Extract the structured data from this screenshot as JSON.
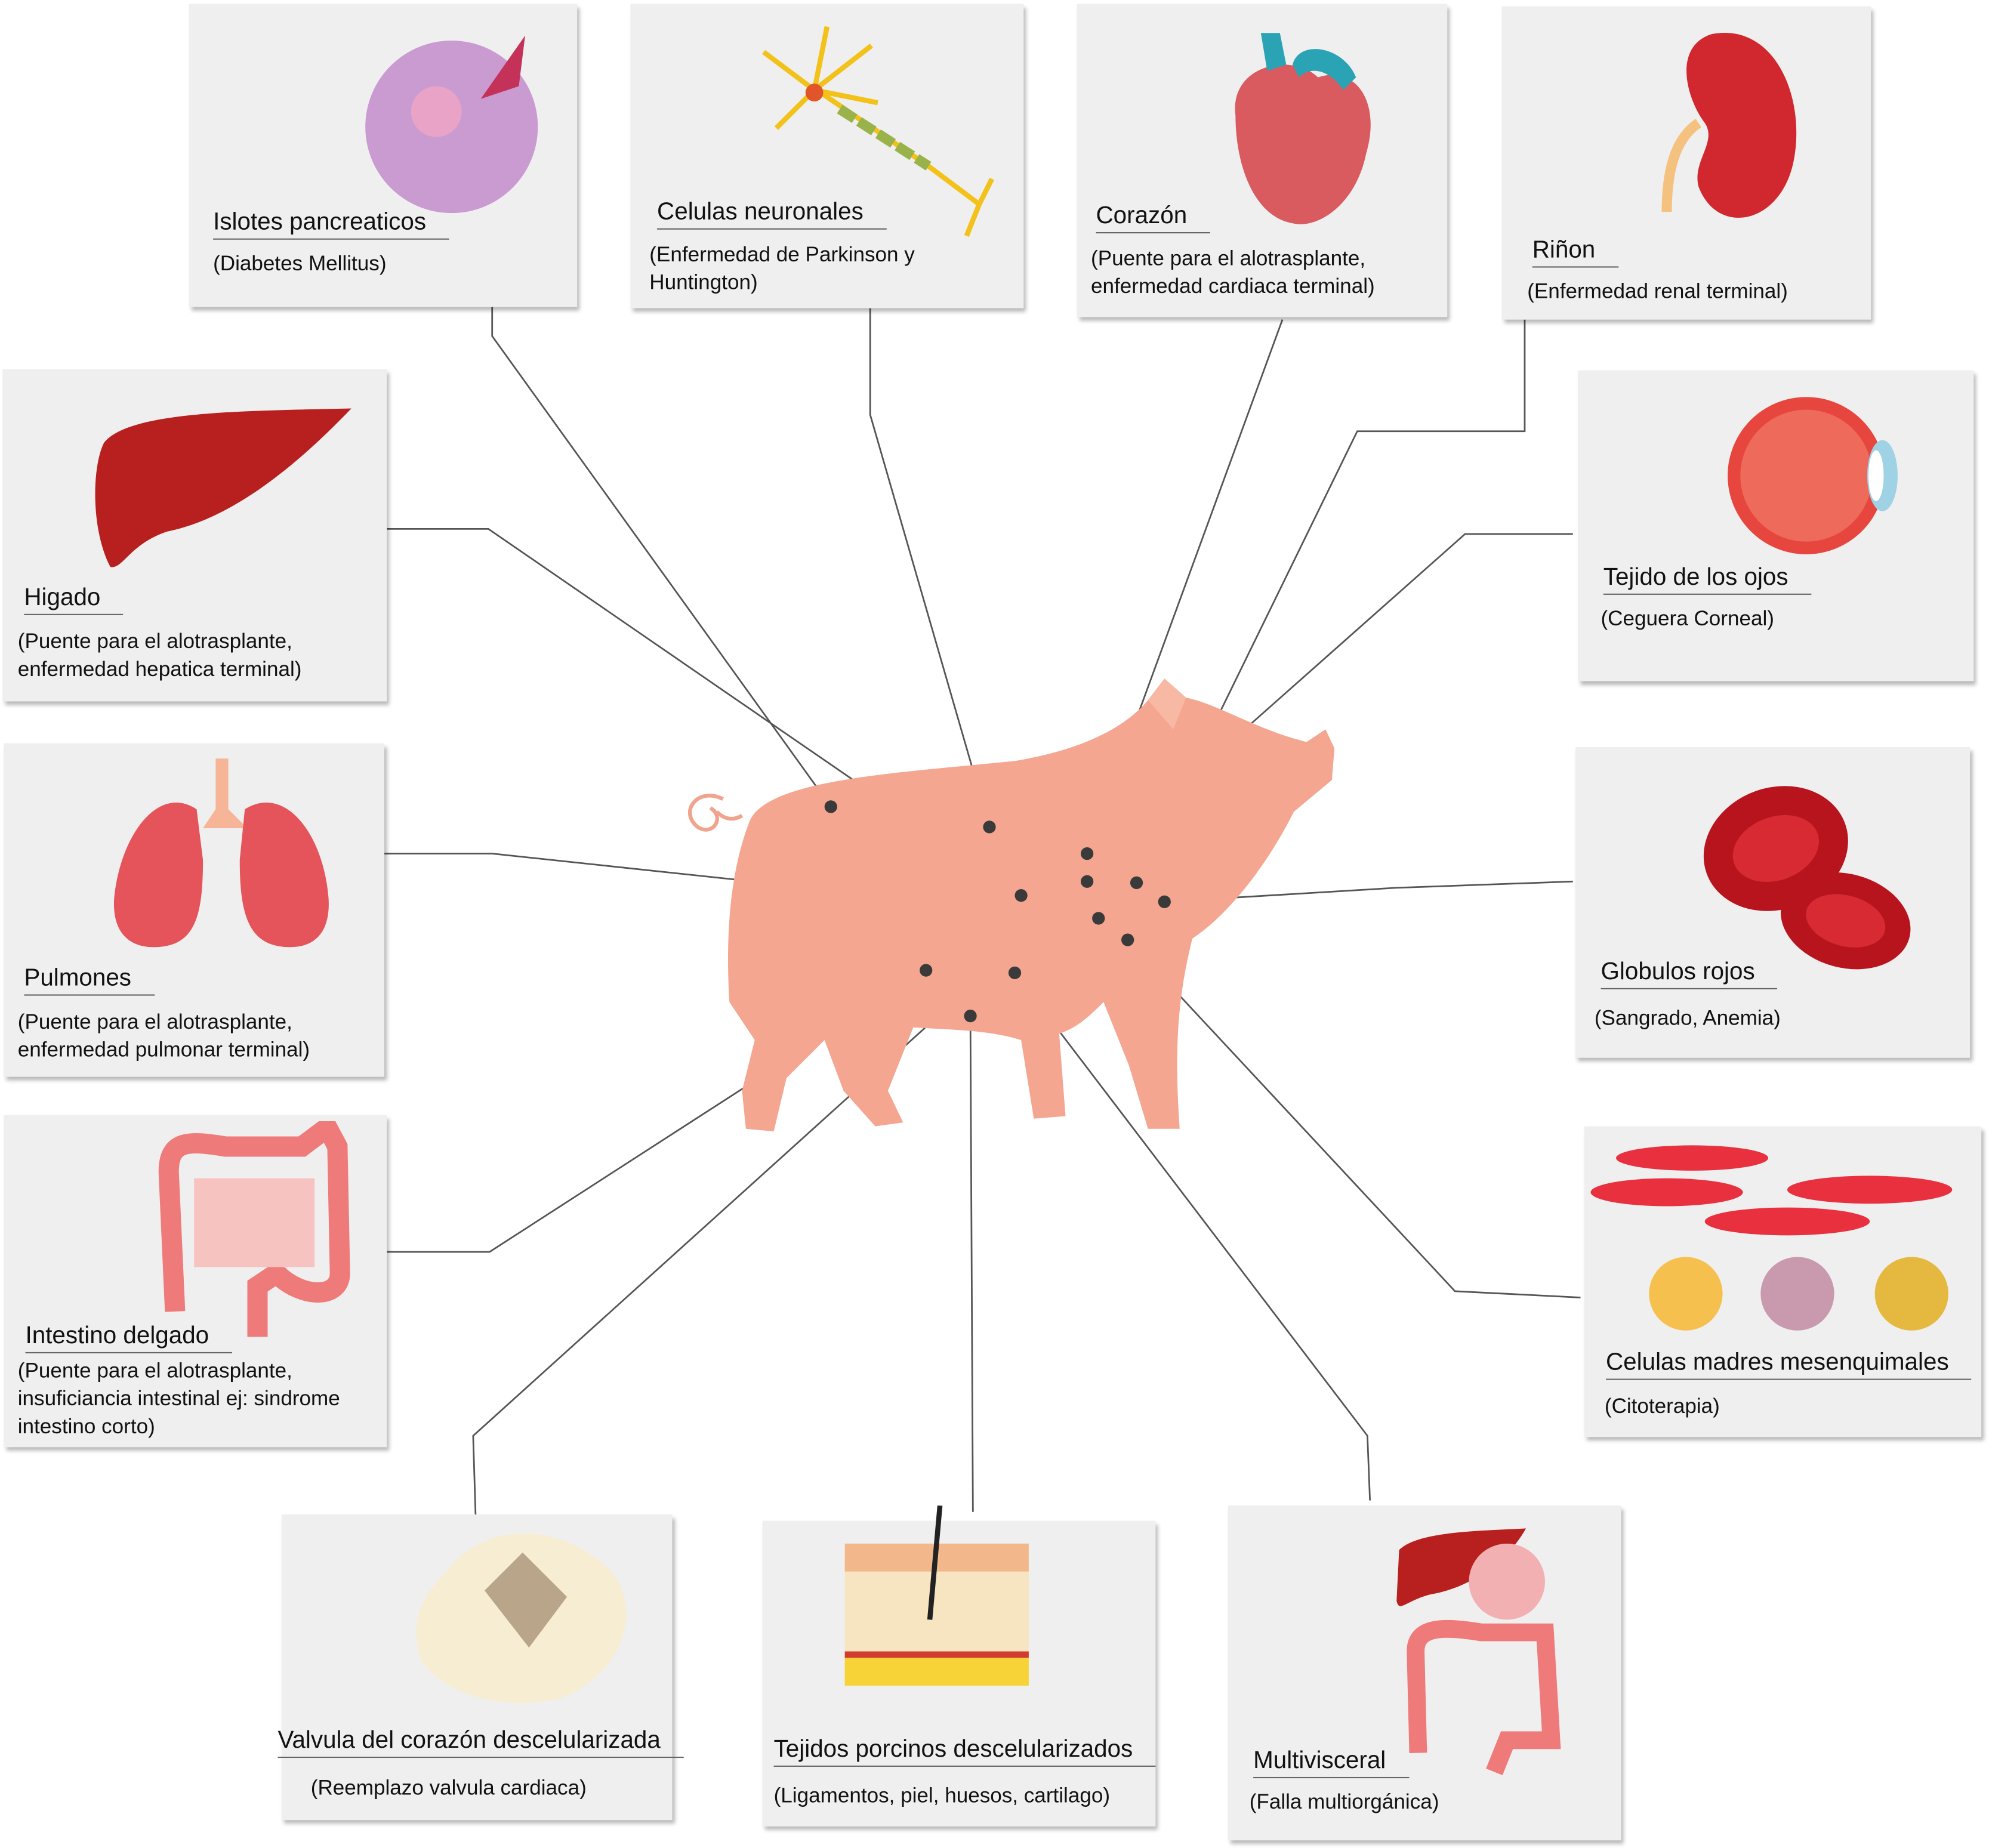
{
  "colors": {
    "box": "#efefef",
    "line": "#555555",
    "dot": "#3a3a3a",
    "pig": "#f4a690"
  },
  "items": [
    {
      "id": "islotes",
      "title": "Islotes pancreaticos",
      "subtitle": "(Diabetes Mellitus)",
      "icon": "pancreatic-islet-icon"
    },
    {
      "id": "neuronas",
      "title": "Celulas neuronales",
      "subtitle": "(Enfermedad de Parkinson y Huntington)",
      "icon": "neuron-icon"
    },
    {
      "id": "corazon",
      "title": "Corazón",
      "subtitle": "(Puente para el alotrasplante, enfermedad cardiaca terminal)",
      "icon": "heart-icon"
    },
    {
      "id": "rinon",
      "title": "Riñon",
      "subtitle": "(Enfermedad renal terminal)",
      "icon": "kidney-icon"
    },
    {
      "id": "higado",
      "title": "Higado",
      "subtitle": "(Puente para el alotrasplante, enfermedad hepatica terminal)",
      "icon": "liver-icon"
    },
    {
      "id": "ojos",
      "title": "Tejido de los ojos",
      "subtitle": "(Ceguera Corneal)",
      "icon": "eye-icon"
    },
    {
      "id": "pulmones",
      "title": "Pulmones",
      "subtitle": "(Puente para el alotrasplante, enfermedad pulmonar terminal)",
      "icon": "lungs-icon"
    },
    {
      "id": "globulos",
      "title": "Globulos rojos",
      "subtitle": "(Sangrado, Anemia)",
      "icon": "red-blood-cells-icon"
    },
    {
      "id": "intestino",
      "title": "Intestino delgado",
      "subtitle": "(Puente para el alotrasplante, insuficiancia intestinal ej: sindrome intestino corto)",
      "icon": "intestine-icon"
    },
    {
      "id": "madres",
      "title": "Celulas madres mesenquimales",
      "subtitle": "(Citoterapia)",
      "icon": "stem-cells-icon"
    },
    {
      "id": "valvula",
      "title": "Valvula del corazón descelularizada",
      "subtitle": "(Reemplazo valvula cardiaca)",
      "icon": "heart-valve-icon"
    },
    {
      "id": "tejidos",
      "title": "Tejidos porcinos descelularizados",
      "subtitle": "(Ligamentos, piel, huesos, cartilago)",
      "icon": "skin-tissue-icon"
    },
    {
      "id": "multi",
      "title": "Multivisceral",
      "subtitle": "(Falla multiorgánica)",
      "icon": "multivisceral-organs-icon"
    }
  ]
}
